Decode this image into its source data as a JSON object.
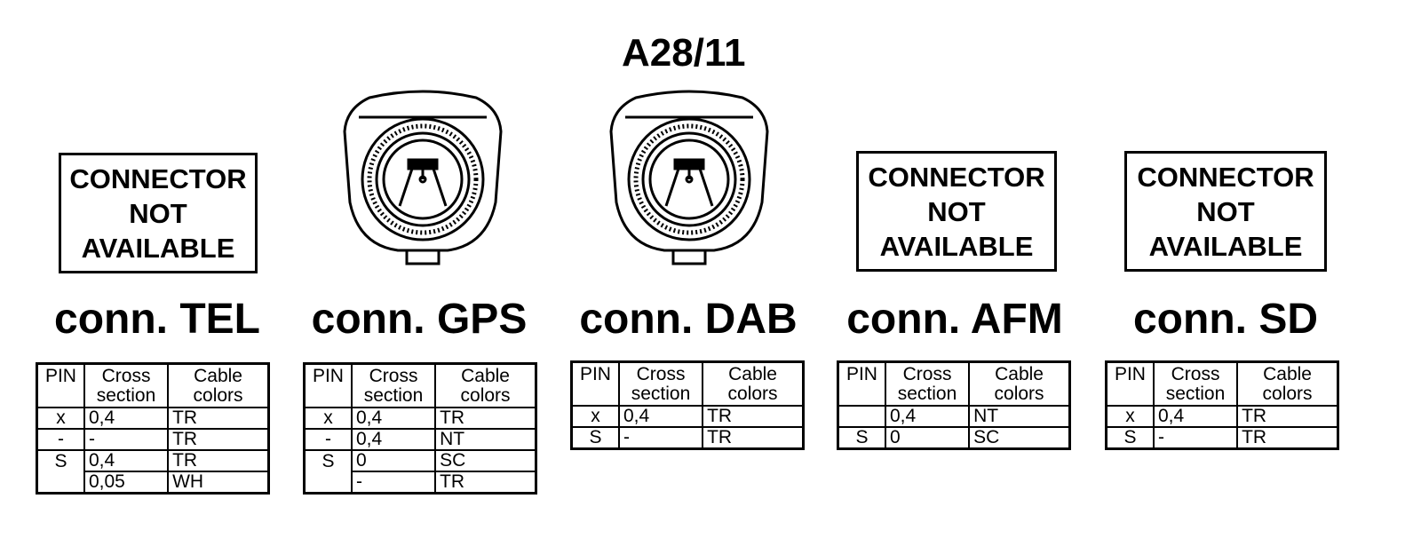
{
  "title": "A28/11",
  "not_available_text": [
    "CONNECTOR",
    "NOT",
    "AVAILABLE"
  ],
  "table_headers": {
    "pin": "PIN",
    "cross": [
      "Cross",
      "section"
    ],
    "colors": [
      "Cable",
      "colors"
    ]
  },
  "connectors": [
    {
      "label": "conn. TEL",
      "available": false,
      "rows": [
        {
          "pin": "x",
          "cross": "0,4",
          "color": "TR"
        },
        {
          "pin": "-",
          "cross": "-",
          "color": "TR"
        },
        {
          "pin": "S",
          "cross": "0,4",
          "color": "TR"
        },
        {
          "pin": "",
          "cross": "0,05",
          "color": "WH"
        }
      ]
    },
    {
      "label": "conn. GPS",
      "available": true,
      "rows": [
        {
          "pin": "x",
          "cross": "0,4",
          "color": "TR"
        },
        {
          "pin": "-",
          "cross": "0,4",
          "color": "NT"
        },
        {
          "pin": "S",
          "cross": "0",
          "color": "SC"
        },
        {
          "pin": "",
          "cross": "-",
          "color": "TR"
        }
      ]
    },
    {
      "label": "conn. DAB",
      "available": true,
      "rows": [
        {
          "pin": "x",
          "cross": "0,4",
          "color": "TR"
        },
        {
          "pin": "S",
          "cross": "-",
          "color": "TR"
        }
      ]
    },
    {
      "label": "conn. AFM",
      "available": false,
      "rows": [
        {
          "pin": "",
          "cross": "0,4",
          "color": "NT"
        },
        {
          "pin": "S",
          "cross": "0",
          "color": "SC"
        }
      ]
    },
    {
      "label": "conn. SD",
      "available": false,
      "rows": [
        {
          "pin": "x",
          "cross": "0,4",
          "color": "TR"
        },
        {
          "pin": "S",
          "cross": "-",
          "color": "TR"
        }
      ]
    }
  ]
}
